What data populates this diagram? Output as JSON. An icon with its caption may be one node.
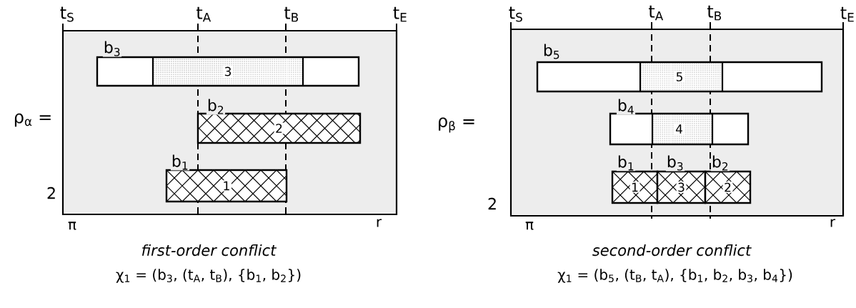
{
  "diagram": {
    "nodes": [
      {
        "text": [],
        "shape": "box"
      },
      {
        "text": [
          "3"
        ],
        "beside": [
          "b$_{3}$"
        ],
        "in": 0
      },
      {
        "text": [
          "2"
        ],
        "beside": [
          "b$_{2}$"
        ],
        "in": 0
      },
      {
        "text": [
          "1"
        ],
        "beside": [
          "b$_{1}$"
        ],
        "in": 0
      },
      {
        "text": [],
        "shape": "box"
      },
      {
        "text": [
          "5"
        ],
        "beside": [
          "b$_{5}$"
        ],
        "in": 4
      },
      {
        "text": [
          "4"
        ],
        "beside": [
          "b$_{4}$"
        ],
        "in": 4
      },
      {
        "text": [
          "1"
        ],
        "beside": [
          "b$_{1}$"
        ],
        "in": 4
      },
      {
        "text": [
          "3"
        ],
        "beside": [
          "b$_{3}$"
        ],
        "in": 4
      },
      {
        "text": [
          "2"
        ],
        "beside": [
          "b$_{2}$"
        ],
        "in": 4
      }
    ],
    "labels": [
      "t$_{S}$",
      "t$_{A}$",
      "t$_{B}$",
      "t$_{E}$",
      "t$_{S}$",
      "t$_{A}$",
      "t$_{B}$",
      "t$_{E}$",
      "ρ$_{α}$ =",
      "ρ$_{β}$ =",
      "2",
      "2",
      "π",
      "r",
      "π",
      "r",
      "first-order conflict",
      "second-order conflict",
      "χ$_{1}$ = (b$_{3}$, (t$_{A}$, t$_{B}$), {b$_{1}$, b$_{2}$})",
      "χ$_{1}$ = (b$_{5}$, (t$_{B}$, t$_{A}$), {b$_{1}$, b$_{2}$, b$_{3}$, b$_{4}$})"
    ]
  }
}
